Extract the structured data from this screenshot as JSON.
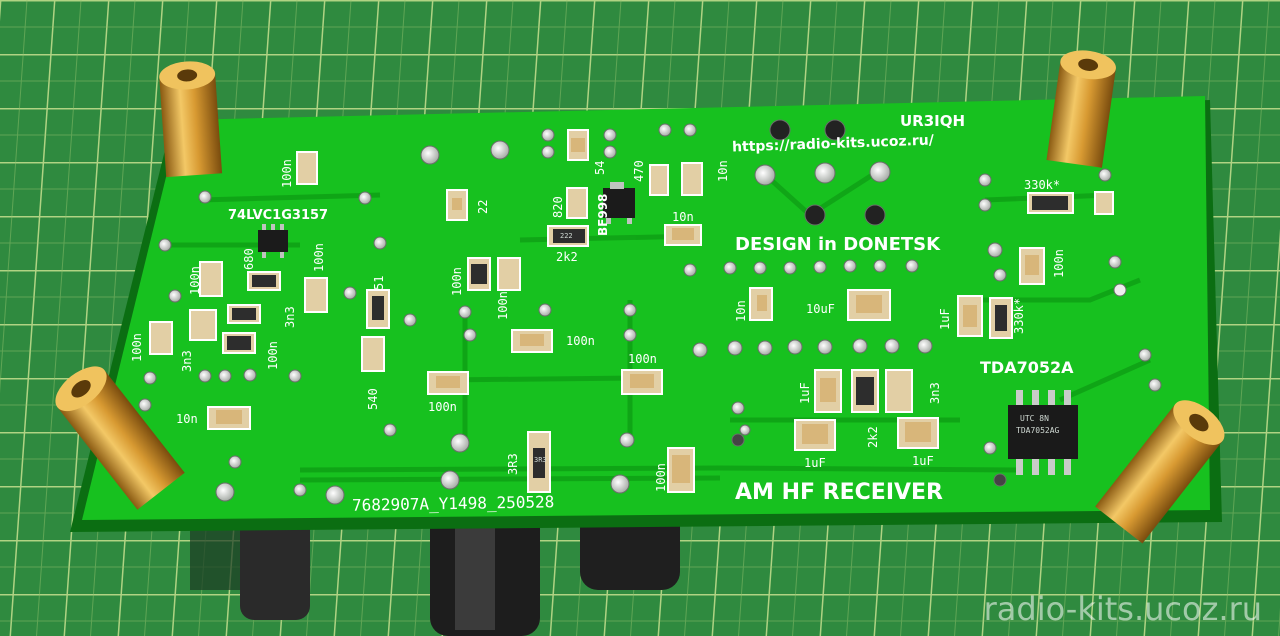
{
  "colors": {
    "mat": "#2f8a3f",
    "mat_grid": "#c7e08f",
    "board": "#17c11f",
    "board_dark": "#0f9a17",
    "trace": "#14b31c",
    "silkscreen": "#ffffff",
    "pad": "#cfd2cf",
    "brass": "#d9a03a",
    "smd_part": "#e0c89a",
    "chip": "#1c1c1c"
  },
  "board": {
    "author_call": "UR3IQH",
    "url": "https://radio-kits.ucoz.ru/",
    "design_note": "DESIGN in DONETSK",
    "title": "AM HF RECEIVER",
    "serial": "7682907A_Y1498_250528"
  },
  "ics": {
    "switch_label": "74LVC1G3157",
    "amp_label": "TDA7052A",
    "transistor_label": "BF998",
    "chip_marking_1": "UTC 8N",
    "chip_marking_2": "TDA7052AG"
  },
  "component_labels": {
    "c_100n_a": "100n",
    "c_100n_b": "100n",
    "c_100n_c": "100n",
    "c_100n_d": "100n",
    "c_100n_e": "100n",
    "c_100n_f": "100n",
    "c_100n_g": "100n",
    "c_100n_h": "100n",
    "c_100n_i": "100n",
    "c_100n_j": "100n",
    "c_100n_k": "100n",
    "c_10n_a": "10n",
    "c_10n_b": "10n",
    "c_10n_c": "10n",
    "c_10n_d": "10n",
    "c_10uF": "10uF",
    "c_1uF_a": "1uF",
    "c_1uF_b": "1uF",
    "c_1uF_c": "1uF",
    "c_1uF_d": "1uF",
    "c_3n3_a": "3n3",
    "c_3n3_b": "3n3",
    "c_3n3_c": "3n3",
    "r_22": "22",
    "r_820": "820",
    "r_54": "54",
    "r_470": "470",
    "r_2k2_a": "2k2",
    "r_2k2_b": "2k2",
    "r_680": "680",
    "r_51": "51",
    "r_540": "540",
    "r_3R3": "3R3",
    "r_330k_a": "330k*",
    "r_330k_b": "330k*",
    "smd_222": "222",
    "smd_3R3": "3R3"
  },
  "watermark": "radio-kits.ucoz.ru"
}
